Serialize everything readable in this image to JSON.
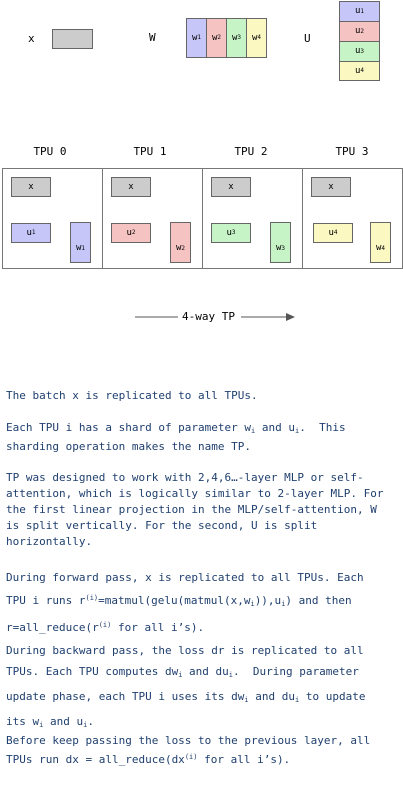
{
  "legend": {
    "x_label": "x",
    "w_label": "W",
    "u_label": "U",
    "w_shards": [
      "w",
      "w",
      "w",
      "w"
    ],
    "w_shard_subs": [
      "1",
      "2",
      "3",
      "4"
    ],
    "u_shards": [
      "u",
      "u",
      "u",
      "u"
    ],
    "u_shard_subs": [
      "1",
      "2",
      "3",
      "4"
    ]
  },
  "tpus": [
    {
      "title": "TPU 0",
      "x": "x",
      "u": "u",
      "u_sub": "1",
      "w": "w",
      "w_sub": "1"
    },
    {
      "title": "TPU 1",
      "x": "x",
      "u": "u",
      "u_sub": "2",
      "w": "w",
      "w_sub": "2"
    },
    {
      "title": "TPU 2",
      "x": "x",
      "u": "u",
      "u_sub": "3",
      "w": "w",
      "w_sub": "3"
    },
    {
      "title": "TPU 3",
      "x": "x",
      "u": "u",
      "u_sub": "4",
      "w": "w",
      "w_sub": "4"
    }
  ],
  "arrow_label": "4-way TP",
  "colors": {
    "shard1": "#c6c6f9",
    "shard2": "#f6c3c3",
    "shard3": "#c6f4c6",
    "shard4": "#fbf8c2",
    "x_box": "#cccccc",
    "text": "#1f3f6e"
  },
  "paragraphs": {
    "p1": "The batch x is replicated to all TPUs.",
    "p2_a": "Each TPU i has a shard of parameter w",
    "p2_sub1": "i",
    "p2_b": " and u",
    "p2_sub2": "i",
    "p2_c": ".  This sharding operation makes the name TP.",
    "p3": "TP was designed to work with 2,4,6…-layer MLP or self-attention, which is logically similar to 2-layer MLP. For the first linear projection in the MLP/self-attention, W is split vertically. For the second, U is split horizontally.",
    "p4_a": "During forward pass, x is replicated to all TPUs. Each TPU i runs r",
    "p4_sup1": "(i)",
    "p4_b": "=matmul(gelu(matmul(x,w",
    "p4_sub1": "i",
    "p4_c": ")),u",
    "p4_sub2": "i",
    "p4_d": ") and then r=all_reduce(r",
    "p4_sup2": "(i)",
    "p4_e": " for all i’s).",
    "p5_a": "During backward pass, the loss dr is replicated to all TPUs. Each TPU computes dw",
    "p5_sub1": "i",
    "p5_b": " and du",
    "p5_sub2": "i",
    "p5_c": ".  During parameter update phase, each TPU i uses its dw",
    "p5_sub3": "i",
    "p5_d": " and du",
    "p5_sub4": "i",
    "p5_e": " to update its w",
    "p5_sub5": "i",
    "p5_f": " and u",
    "p5_sub6": "i",
    "p5_g": ".",
    "p6_a": "Before keep passing the loss to the previous layer, all TPUs run dx = all_reduce(dx",
    "p6_sup": "(i)",
    "p6_b": " for all i’s)."
  }
}
